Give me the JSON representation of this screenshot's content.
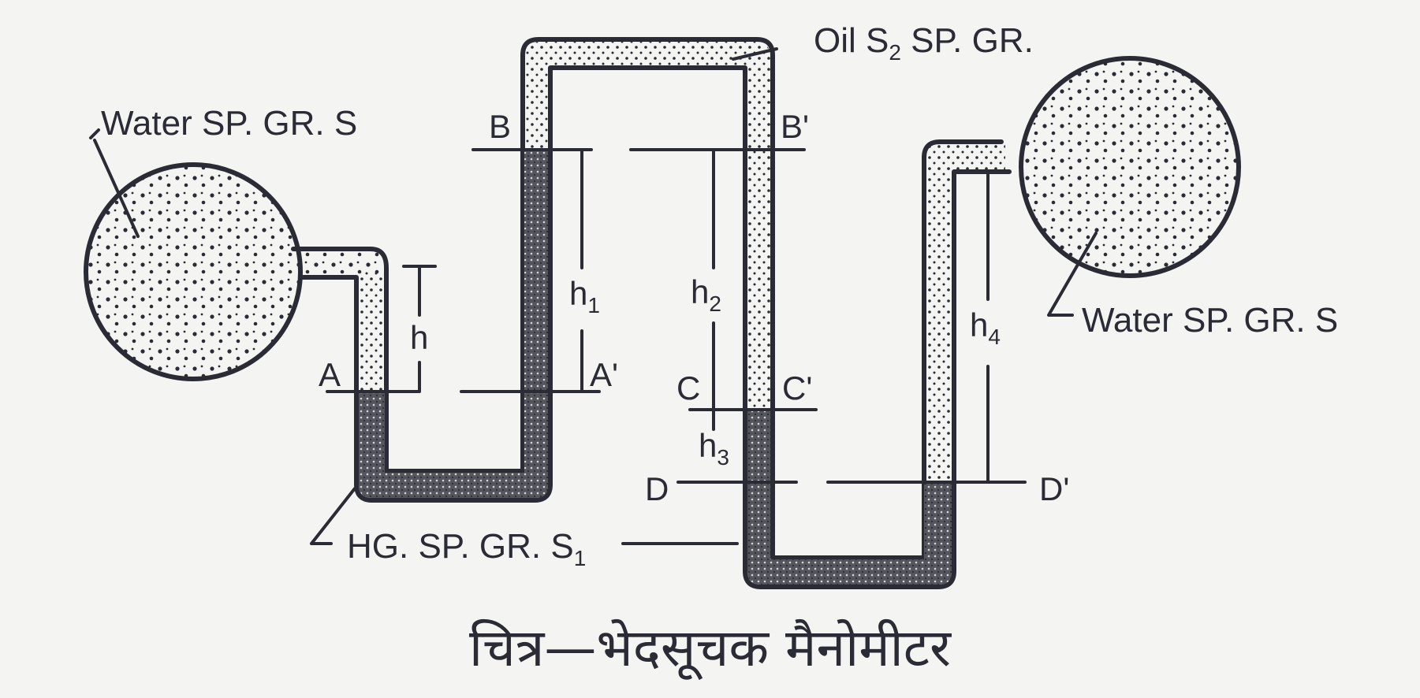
{
  "figure": {
    "caption": "चित्र—भेदसूचक मैनोमीटर",
    "caption_translation_hint": "Figure — Differential Manometer"
  },
  "labels": {
    "left_bulb": "Water SP. GR. S",
    "right_bulb": "Water SP. GR. S",
    "oil": {
      "prefix": "Oil S",
      "sub": "2",
      "suffix": " SP. GR."
    },
    "mercury": {
      "prefix": "HG. SP. GR. S",
      "sub": "1"
    }
  },
  "points": {
    "A": "A",
    "A_prime": "A'",
    "B": "B",
    "B_prime": "B'",
    "C": "C",
    "C_prime": "C'",
    "D": "D",
    "D_prime": "D'"
  },
  "heights": {
    "h": {
      "base": "h",
      "sub": ""
    },
    "h1": {
      "base": "h",
      "sub": "1"
    },
    "h2": {
      "base": "h",
      "sub": "2"
    },
    "h3": {
      "base": "h",
      "sub": "3"
    },
    "h4": {
      "base": "h",
      "sub": "4"
    }
  },
  "colors": {
    "ink": "#2b2b35",
    "paper": "#f4f4f2",
    "mercury_fill": "#4a4a52"
  }
}
